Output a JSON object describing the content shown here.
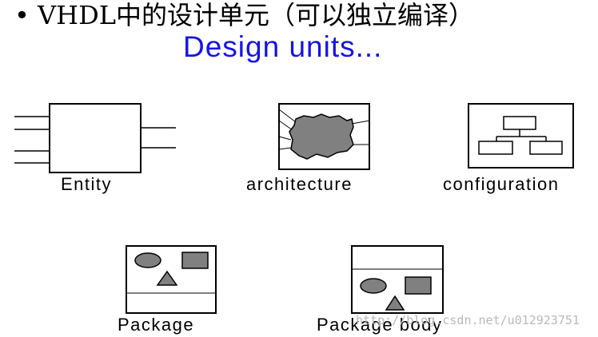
{
  "slide": {
    "title": "• VHDL中的设计单元（可以独立编译）",
    "subtitle": "Design units...",
    "units": [
      {
        "label": "Entity",
        "icon": "entity-icon"
      },
      {
        "label": "architecture",
        "icon": "architecture-icon"
      },
      {
        "label": "configuration",
        "icon": "configuration-icon"
      },
      {
        "label": "Package",
        "icon": "package-icon"
      },
      {
        "label": "Package body",
        "icon": "package-body-icon"
      }
    ],
    "watermark": "http://blog.csdn.net/u012923751"
  },
  "colors": {
    "title": "#000000",
    "subtitle": "#1414e6",
    "shape_fill": "#808080",
    "line": "#000000"
  }
}
